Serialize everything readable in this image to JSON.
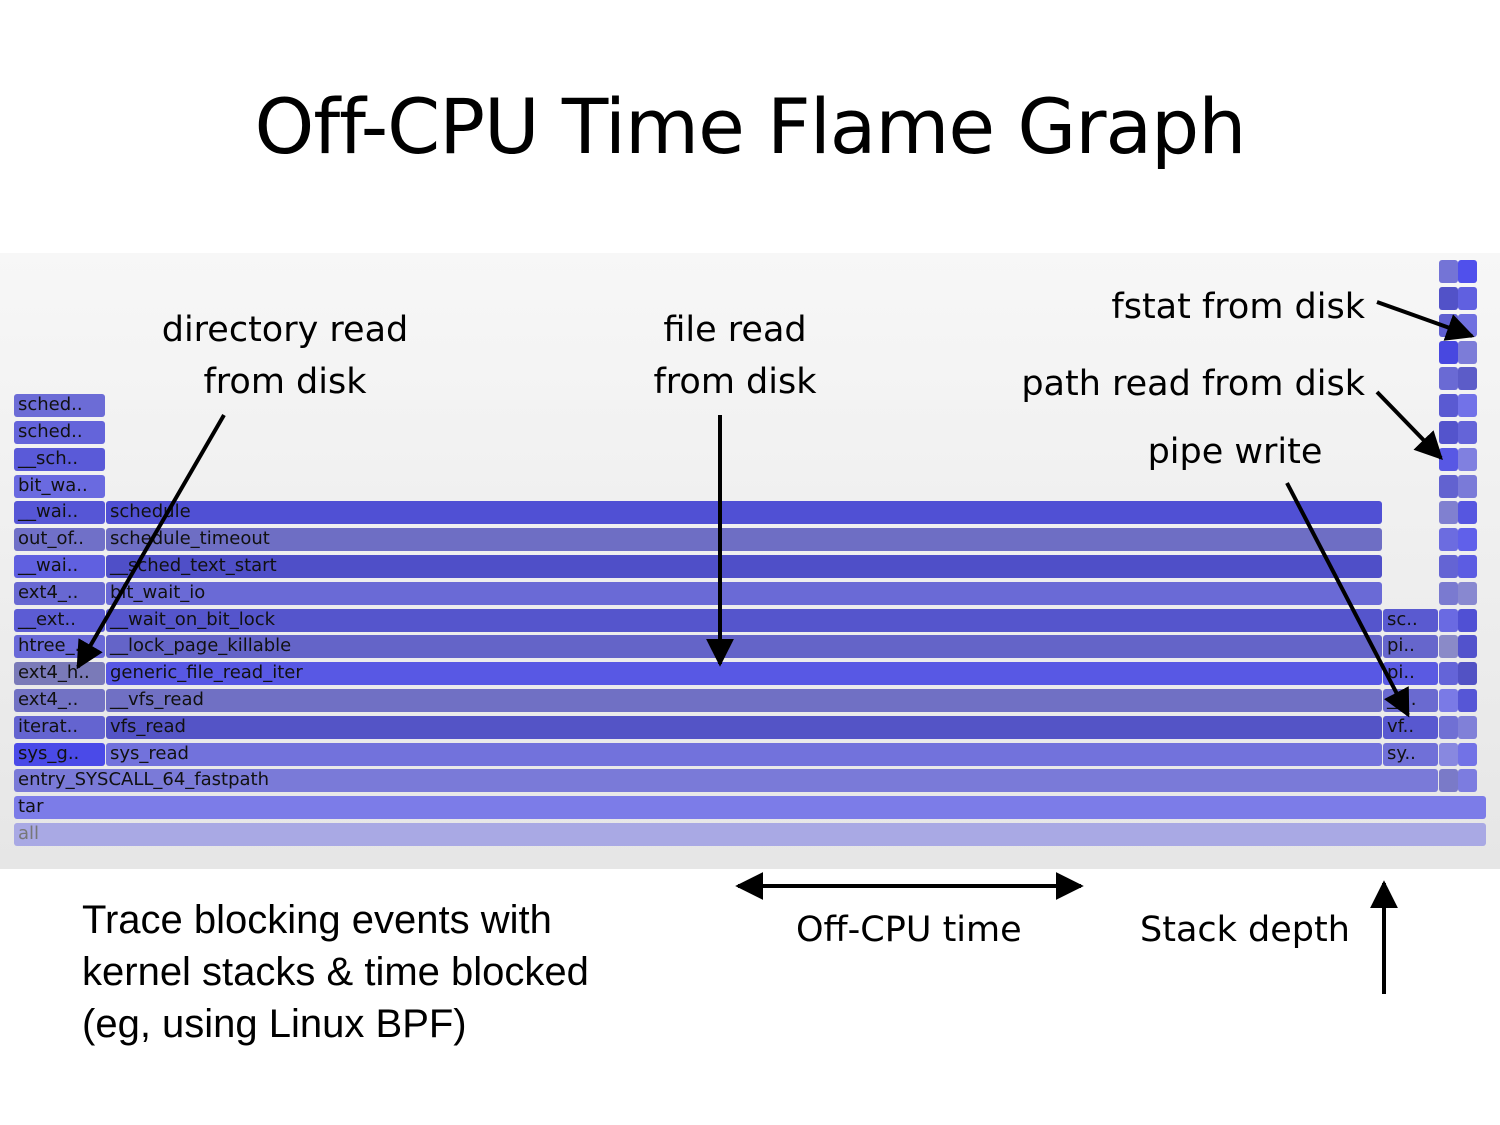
{
  "title": "Off-CPU Time Flame Graph",
  "frames": [
    {
      "col": "left",
      "level": 16,
      "label": "sched..",
      "color": "#6c6cd6"
    },
    {
      "col": "left",
      "level": 15,
      "label": "sched..",
      "color": "#6464da"
    },
    {
      "col": "left",
      "level": 14,
      "label": "__sch..",
      "color": "#5a5ad8"
    },
    {
      "col": "left",
      "level": 13,
      "label": "bit_wa..",
      "color": "#6a6ae0"
    },
    {
      "col": "left",
      "level": 12,
      "label": "__wai..",
      "color": "#5656d6"
    },
    {
      "col": "left",
      "level": 11,
      "label": "out_of..",
      "color": "#7070c8"
    },
    {
      "col": "left",
      "level": 10,
      "label": "__wai..",
      "color": "#6060e0"
    },
    {
      "col": "left",
      "level": 9,
      "label": "ext4_..",
      "color": "#6868d2"
    },
    {
      "col": "left",
      "level": 8,
      "label": "__ext..",
      "color": "#5c5cd4"
    },
    {
      "col": "left",
      "level": 7,
      "label": "htree_..",
      "color": "#6a6ad8"
    },
    {
      "col": "left",
      "level": 6,
      "label": "ext4_h..",
      "color": "#7a7ab8"
    },
    {
      "col": "left",
      "level": 5,
      "label": "ext4_..",
      "color": "#7272c4"
    },
    {
      "col": "left",
      "level": 4,
      "label": "iterat..",
      "color": "#6464d0"
    },
    {
      "col": "left",
      "level": 3,
      "label": "sys_g..",
      "color": "#4a4ae8"
    },
    {
      "col": "main",
      "level": 12,
      "label": "schedule",
      "color": "#5050d4"
    },
    {
      "col": "main",
      "level": 11,
      "label": "schedule_timeout",
      "color": "#6e6ec4"
    },
    {
      "col": "main",
      "level": 10,
      "label": "__sched_text_start",
      "color": "#4f4fc8"
    },
    {
      "col": "main",
      "level": 9,
      "label": "bit_wait_io",
      "color": "#6a6ad6"
    },
    {
      "col": "main",
      "level": 8,
      "label": "__wait_on_bit_lock",
      "color": "#5555cc"
    },
    {
      "col": "main",
      "level": 7,
      "label": "__lock_page_killable",
      "color": "#6464c8"
    },
    {
      "col": "main",
      "level": 6,
      "label": "generic_file_read_iter",
      "color": "#5858e4"
    },
    {
      "col": "main",
      "level": 5,
      "label": "__vfs_read",
      "color": "#7070c4"
    },
    {
      "col": "main",
      "level": 4,
      "label": "vfs_read",
      "color": "#5454c6"
    },
    {
      "col": "main",
      "level": 3,
      "label": "sys_read",
      "color": "#7272dc"
    },
    {
      "col": "pipe",
      "level": 8,
      "label": "sc..",
      "color": "#5a5ad0"
    },
    {
      "col": "pipe",
      "level": 7,
      "label": "pi..",
      "color": "#6666cc"
    },
    {
      "col": "pipe",
      "level": 6,
      "label": "pi..",
      "color": "#5a5ae2"
    },
    {
      "col": "pipe",
      "level": 5,
      "label": "__..",
      "color": "#6a6ad0"
    },
    {
      "col": "pipe",
      "level": 4,
      "label": "vf..",
      "color": "#5858d0"
    },
    {
      "col": "pipe",
      "level": 3,
      "label": "sy..",
      "color": "#7070d8"
    },
    {
      "col": "wide1",
      "level": 2,
      "label": "entry_SYSCALL_64_fastpath",
      "color": "#7a7ad8"
    },
    {
      "col": "full",
      "level": 1,
      "label": "tar",
      "color": "#7c7ce8"
    },
    {
      "col": "full",
      "level": 0,
      "label": "all",
      "color": "#a9a9e4",
      "text_color": "#777777"
    }
  ],
  "tiles": [
    {
      "col": "a",
      "levels": [
        21,
        20,
        19,
        18,
        17,
        16,
        15,
        14,
        13,
        12,
        11,
        10,
        9,
        8,
        7,
        6,
        5,
        4,
        3,
        2
      ],
      "colors": [
        "#7474d6",
        "#5252c8",
        "#6060d0",
        "#4848e0",
        "#6a6ad4",
        "#5a5ad2",
        "#5454cc",
        "#5858e4",
        "#6262d0",
        "#8080d0",
        "#6c6ce0",
        "#6464d4",
        "#7a7ad0",
        "#6a6ae2",
        "#8a8ac8",
        "#6464d8",
        "#7a7ae6",
        "#7070d4",
        "#8888e0",
        "#7a7ac8"
      ]
    },
    {
      "col": "b",
      "levels": [
        21,
        20,
        19,
        18,
        17,
        16,
        15,
        14,
        13,
        12,
        11,
        10,
        9,
        8,
        7,
        6,
        5,
        4,
        3,
        2
      ],
      "colors": [
        "#5050ec",
        "#6060e0",
        "#7070e0",
        "#7c7cd8",
        "#5c5cc8",
        "#7272e8",
        "#6464d8",
        "#8080e0",
        "#7a7ad8",
        "#5656e0",
        "#6060ea",
        "#5c5ce2",
        "#8888d0",
        "#5050d4",
        "#5252cc",
        "#5252c4",
        "#5656d6",
        "#8080d8",
        "#7272e6",
        "#7c7ce0"
      ]
    }
  ],
  "annotations": {
    "directory_read": [
      "directory read",
      "from disk"
    ],
    "file_read": [
      "file read",
      "from disk"
    ],
    "fstat": "fstat from disk",
    "path_read": "path read from disk",
    "pipe_write": "pipe write"
  },
  "bottom": {
    "note": [
      "Trace blocking events with",
      "kernel stacks & time blocked",
      "(eg, using Linux BPF)"
    ],
    "x_label": "Off-CPU time",
    "y_label": "Stack depth"
  }
}
